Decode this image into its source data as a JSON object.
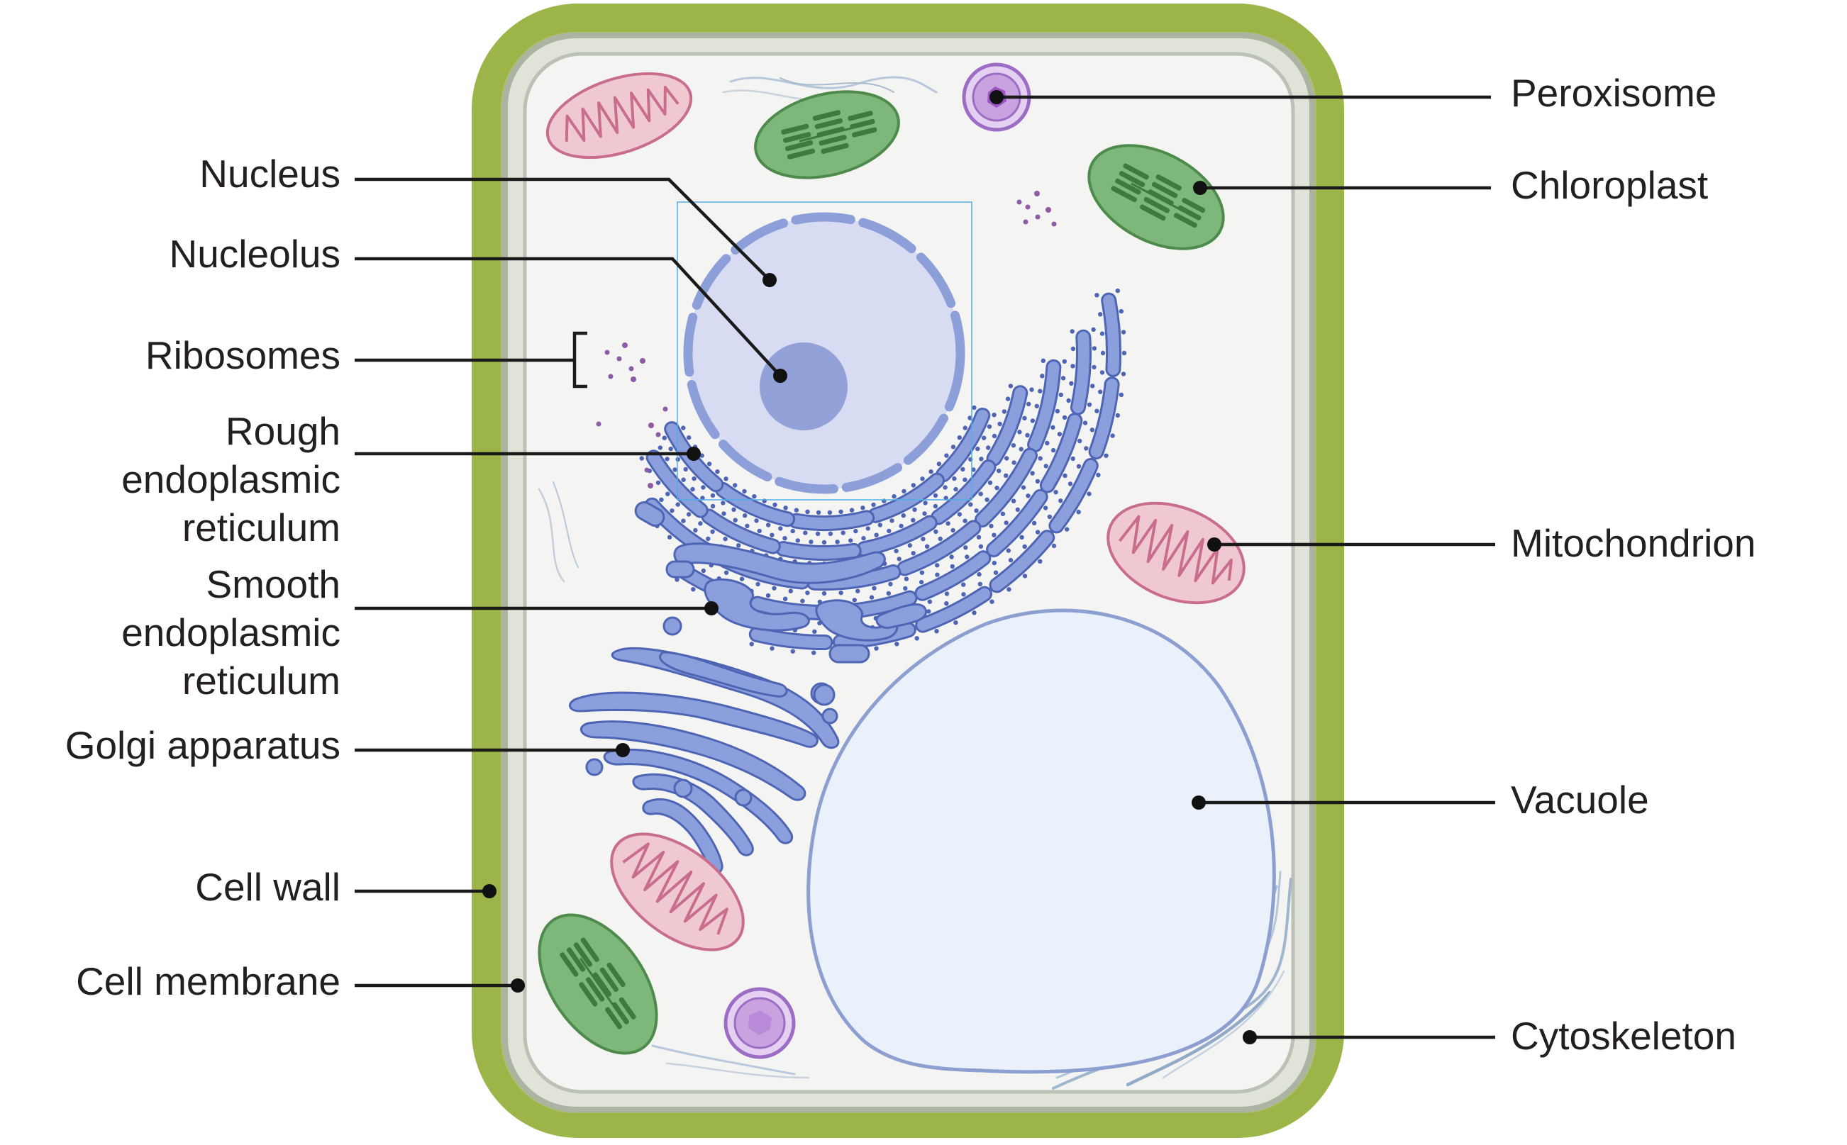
{
  "labels": {
    "nucleus": "Nucleus",
    "nucleolus": "Nucleolus",
    "ribosomes": "Ribosomes",
    "rough_er": [
      "Rough",
      "endoplasmic",
      "reticulum"
    ],
    "smooth_er": [
      "Smooth",
      "endoplasmic",
      "reticulum"
    ],
    "golgi": "Golgi apparatus",
    "cell_wall": "Cell wall",
    "cell_membrane": "Cell membrane",
    "peroxisome": "Peroxisome",
    "chloroplast": "Chloroplast",
    "mitochondrion": "Mitochondrion",
    "vacuole": "Vacuole",
    "cytoskeleton": "Cytoskeleton"
  },
  "colors": {
    "cell_wall": "#9bb548",
    "membrane": "#b2b8a6",
    "cytoplasm": "#f4f4f2",
    "nucleus": "#d8dcf2",
    "nucleus_envelope": "#8c9fd8",
    "nucleolus": "#92a2d8",
    "er": "#8b9fdc",
    "er_stroke": "#4e64b4",
    "mitochondrion": "#f0c8d2",
    "mitochondrion_stroke": "#c86e8c",
    "chloroplast": "#7db87a",
    "chloroplast_stroke": "#4e8a4c",
    "peroxisome": "#c9a3e0",
    "vacuole": "#eaf1fa",
    "vacuole_stroke": "#8c9fd0"
  }
}
